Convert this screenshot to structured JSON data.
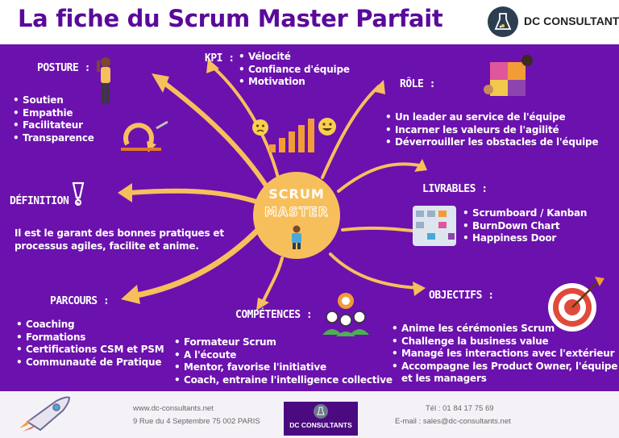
{
  "header": {
    "title": "La fiche du Scrum Master Parfait",
    "brand": "DC CONSULTANTS"
  },
  "center": {
    "line1": "SCRUM",
    "line2": "MASTER"
  },
  "sections": {
    "kpi": {
      "heading": "KPI :",
      "items": [
        "Vélocité",
        "Confiance d'équipe",
        "Motivation"
      ]
    },
    "posture": {
      "heading": "POSTURE :",
      "items": [
        "Soutien",
        "Empathie",
        "Facilitateur",
        "Transparence"
      ]
    },
    "role": {
      "heading": "RÔLE :",
      "items": [
        "Un leader au service de l'équipe",
        "Incarner les valeurs de l'agilité",
        "Déverrouiller les obstacles de l'équipe"
      ]
    },
    "definition": {
      "heading": "DÉFINITION :",
      "text_line1": "Il est le garant des bonnes pratiques et",
      "text_line2": "processus agiles, facilite et anime."
    },
    "livrables": {
      "heading": "LIVRABLES :",
      "items": [
        "Scrumboard / Kanban",
        "BurnDown Chart",
        "Happiness Door"
      ]
    },
    "parcours": {
      "heading": "PARCOURS :",
      "items": [
        "Coaching",
        "Formations",
        "Certifications CSM et PSM",
        "Communauté de Pratique"
      ]
    },
    "competences": {
      "heading": "COMPÉTENCES :",
      "items": [
        "Formateur Scrum",
        "A l'écoute",
        "Mentor, favorise l'initiative",
        "Coach, entraine l'intelligence collective"
      ]
    },
    "objectifs": {
      "heading": "OBJECTIFS :",
      "items": [
        "Anime les cérémonies Scrum",
        "Challenge la business value",
        "Managé les interactions avec l'extérieur",
        "Accompagne les Product Owner, l'équipe",
        "et les managers"
      ]
    }
  },
  "footer": {
    "website": "www.dc-consultants.net",
    "address": "9 Rue du 4 Septembre 75 002 PARIS",
    "phone": "Tél : 01 84 17 75 69",
    "email": "E-mail : sales@dc-consultants.net",
    "logo_name": "DC CONSULTANTS"
  },
  "colors": {
    "purple_panel": "#6b11ad",
    "title_purple": "#5a0a9a",
    "accent_orange": "#f7bf5c",
    "text_white": "#ffffff"
  },
  "icons": [
    "flask-logo-icon",
    "person-standing-icon",
    "puzzle-hands-icon",
    "cycle-arrows-icon",
    "exclamation-icon",
    "bar-chart-icon",
    "emoji-sad-icon",
    "emoji-happy-icon",
    "kanban-board-icon",
    "team-gear-icon",
    "target-arrow-icon",
    "rocket-icon",
    "person-center-icon"
  ]
}
